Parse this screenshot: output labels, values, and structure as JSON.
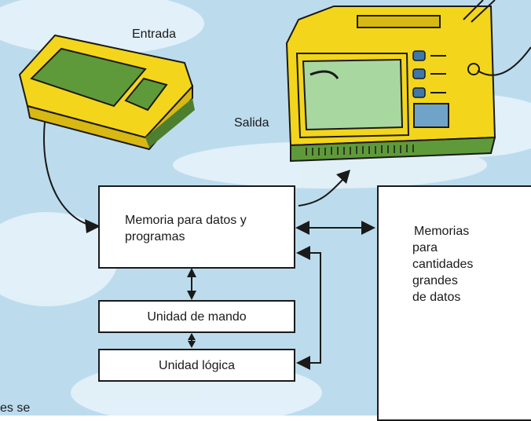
{
  "labels": {
    "entrada": "Entrada",
    "salida": "Salida",
    "partial_text": "es se"
  },
  "boxes": {
    "memoria": [
      "Memoria para datos y",
      "programas"
    ],
    "mando": "Unidad de mando",
    "logica": "Unidad lógica",
    "memorias_grandes": [
      "Memorias",
      "para",
      "cantidades",
      "grandes",
      "de datos"
    ]
  },
  "colors": {
    "sky": "#bcdcee",
    "cloud": "#e8f3fa",
    "device_yellow": "#f3d51c",
    "device_green": "#5f9a3a",
    "screen": "#a9d7a0",
    "ink": "#1a1a1a"
  }
}
